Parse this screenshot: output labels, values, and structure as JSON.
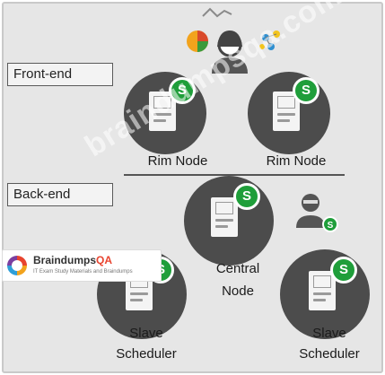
{
  "labels": {
    "frontend": "Front-end",
    "backend": "Back-end"
  },
  "nodes": {
    "rim1": "Rim Node",
    "rim2": "Rim Node",
    "central_line1": "Central",
    "central_line2": "Node",
    "slave1_line1": "Slave",
    "slave1_line2": "Scheduler",
    "slave2_line1": "Slave",
    "slave2_line2": "Scheduler"
  },
  "badge_letter": "S",
  "watermark": "braindumpsqa.com",
  "logo": {
    "name": "Braindumps",
    "name_accent": "QA",
    "tagline": "IT Exam Study Materials and Braindumps"
  },
  "colors": {
    "node": "#4c4c4c",
    "badge": "#1f9e3a",
    "background": "#e6e6e6"
  },
  "icons": [
    "user-analytics-icon",
    "pie-chart-icon",
    "line-chart-icon",
    "network-icon",
    "admin-user-icon",
    "server-icon",
    "qlik-sense-badge-icon"
  ]
}
